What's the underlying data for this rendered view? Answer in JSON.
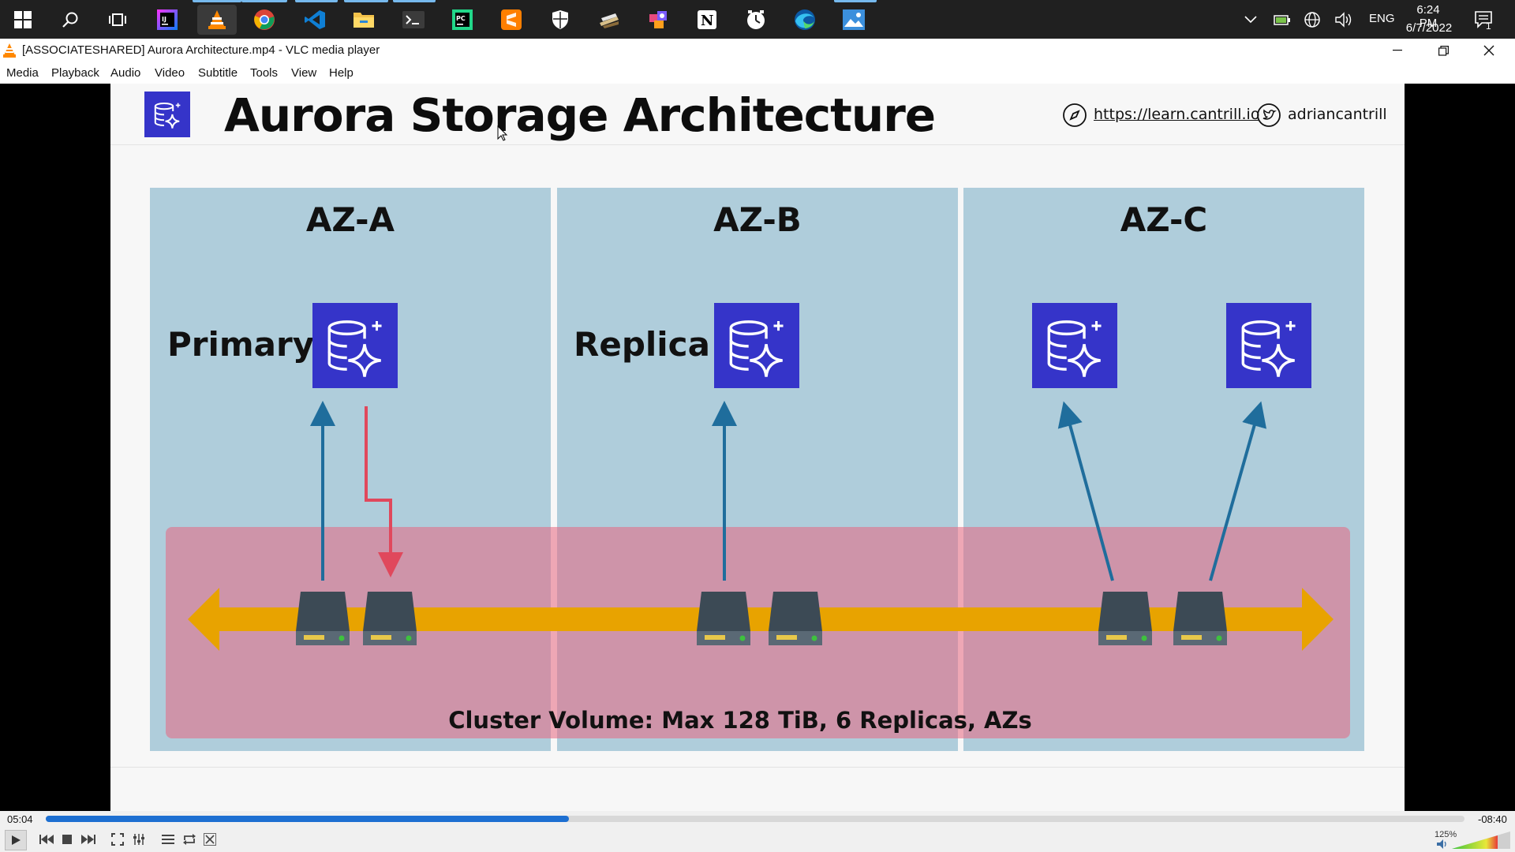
{
  "taskbar": {
    "icons": [
      "windows-start-icon",
      "search-icon",
      "task-view-icon",
      "intellij-icon",
      "vlc-icon",
      "chrome-icon",
      "vscode-icon",
      "file-explorer-icon",
      "terminal-icon",
      "pycharm-icon",
      "sublime-icon",
      "security-icon",
      "app-icon",
      "app-icon-2",
      "notion-icon",
      "clock-app-icon",
      "edge-icon",
      "photos-icon"
    ],
    "clock_time": "6:24 PM",
    "clock_date": "6/7/2022",
    "language": "ENG",
    "notification_count": "1"
  },
  "window": {
    "title": "[ASSOCIATESHARED] Aurora Architecture.mp4 - VLC media player"
  },
  "menu": [
    "Media",
    "Playback",
    "Audio",
    "Video",
    "Subtitle",
    "Tools",
    "View",
    "Help"
  ],
  "slide": {
    "title": "Aurora Storage Architecture",
    "link": "https://learn.cantrill.io",
    "twitter": "adriancantrill",
    "azs": [
      "AZ-A",
      "AZ-B",
      "AZ-C"
    ],
    "primary_label": "Primary",
    "replica_label": "Replica",
    "cluster_label": "Cluster Volume: Max 128 TiB, 6 Replicas, AZs"
  },
  "player": {
    "elapsed": "05:04",
    "remaining": "-08:40",
    "progress": 0.369,
    "volume": "125%"
  },
  "colors": {
    "db_blue": "#3534c9",
    "az_bg": "#afcddb",
    "cluster_pink": "#d98a9c",
    "bus_orange": "#e8a300",
    "arrow_blue": "#1f6d9c",
    "arrow_red": "#e0485c",
    "seek_blue": "#1d6fd1"
  }
}
